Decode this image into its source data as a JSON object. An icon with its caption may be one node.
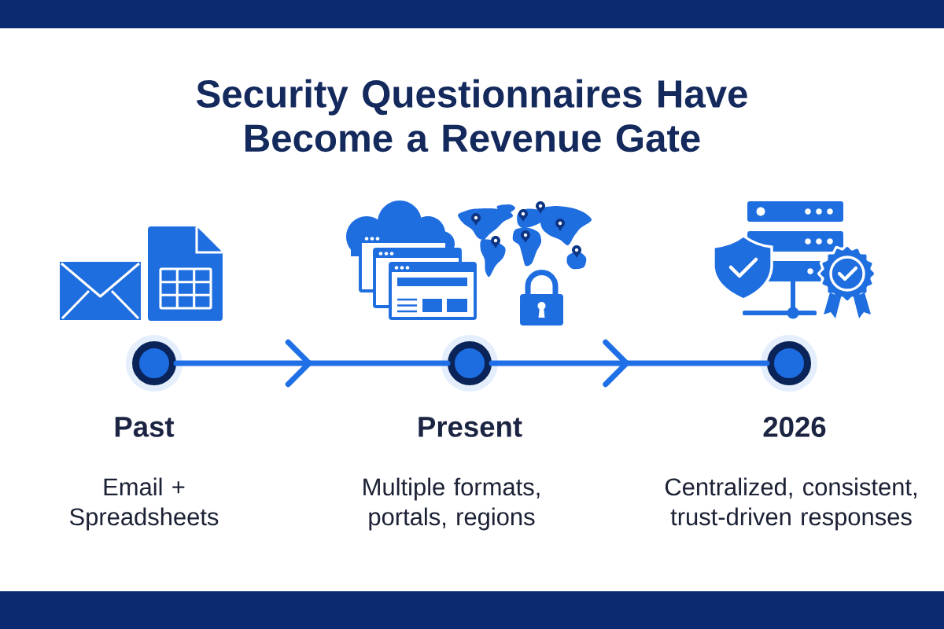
{
  "diagram": {
    "title": "Security Questionnaires Have Become a Revenue Gate",
    "nodes": [
      {
        "text": [],
        "shape": "bar"
      },
      {
        "text": [],
        "shape": "circle",
        "beside": [
          "Past",
          "Email + Spreadsheets"
        ]
      },
      {
        "text": [],
        "shape": "circle",
        "beside": [
          "Present",
          "Multiple formats, portals, regions"
        ]
      },
      {
        "text": [],
        "shape": "circle",
        "beside": [
          "2026",
          "Centralized, consistent, trust-driven responses"
        ]
      },
      {
        "text": [],
        "shape": "bar"
      }
    ],
    "edges": [
      {
        "from": 1,
        "to": 2,
        "arrow": "to"
      },
      {
        "from": 2,
        "to": 3,
        "arrow": "to"
      }
    ]
  }
}
